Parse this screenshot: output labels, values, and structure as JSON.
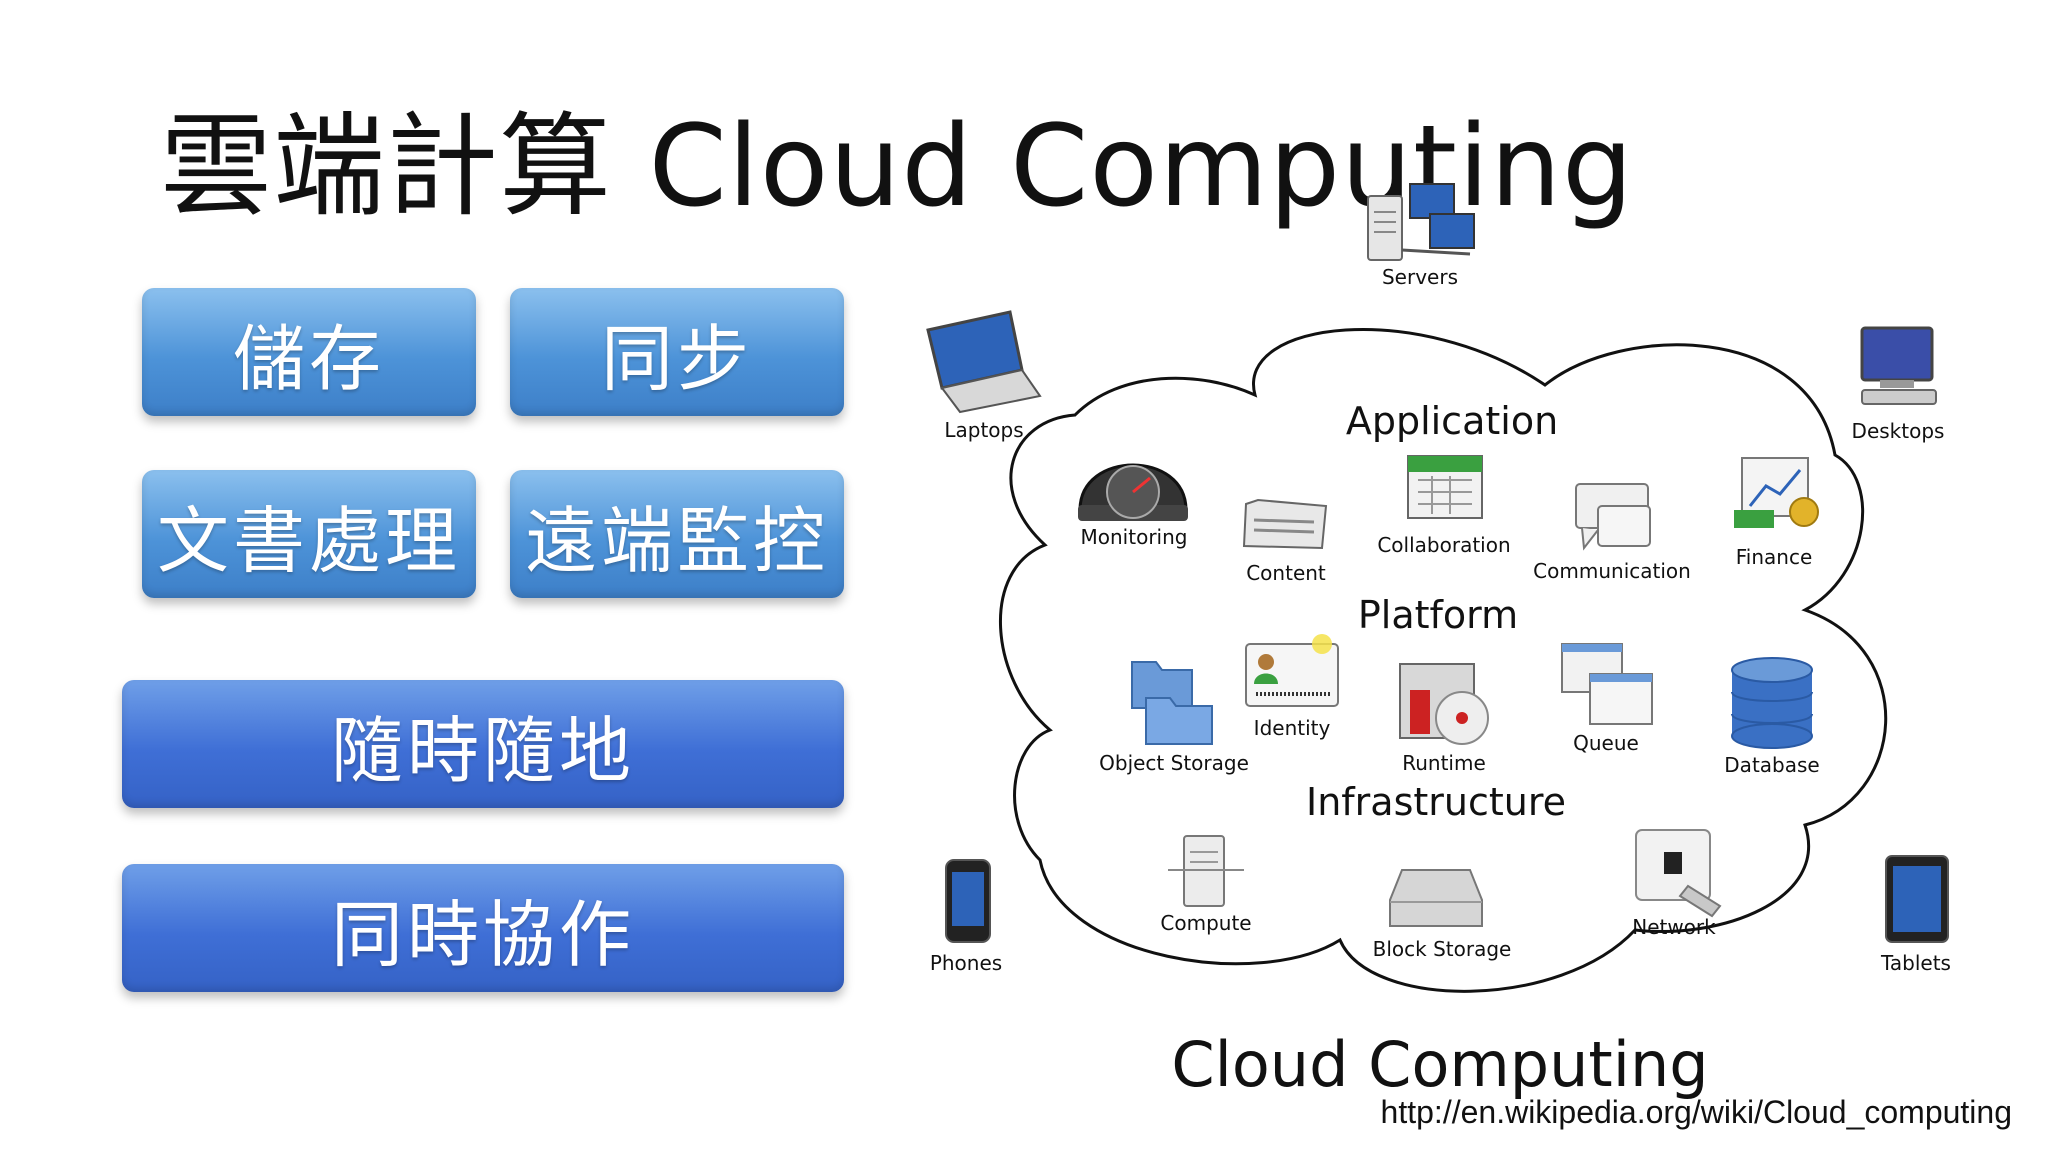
{
  "title": "雲端計算 Cloud Computing",
  "buttons": {
    "storage": "儲存",
    "sync": "同步",
    "docs": "文書處理",
    "remote": "遠端監控",
    "anywhere": "隨時隨地",
    "collab": "同時協作"
  },
  "diagram": {
    "title": "Cloud Computing",
    "layers": {
      "application": "Application",
      "platform": "Platform",
      "infrastructure": "Infrastructure"
    },
    "devices": {
      "servers": "Servers",
      "laptops": "Laptops",
      "desktops": "Desktops",
      "phones": "Phones",
      "tablets": "Tablets"
    },
    "items": {
      "monitoring": "Monitoring",
      "content": "Content",
      "collaboration": "Collaboration",
      "communication": "Communication",
      "finance": "Finance",
      "identity": "Identity",
      "object_storage": "Object Storage",
      "runtime": "Runtime",
      "queue": "Queue",
      "database": "Database",
      "compute": "Compute",
      "block_storage": "Block Storage",
      "network": "Network"
    }
  },
  "source": "http://en.wikipedia.org/wiki/Cloud_computing"
}
